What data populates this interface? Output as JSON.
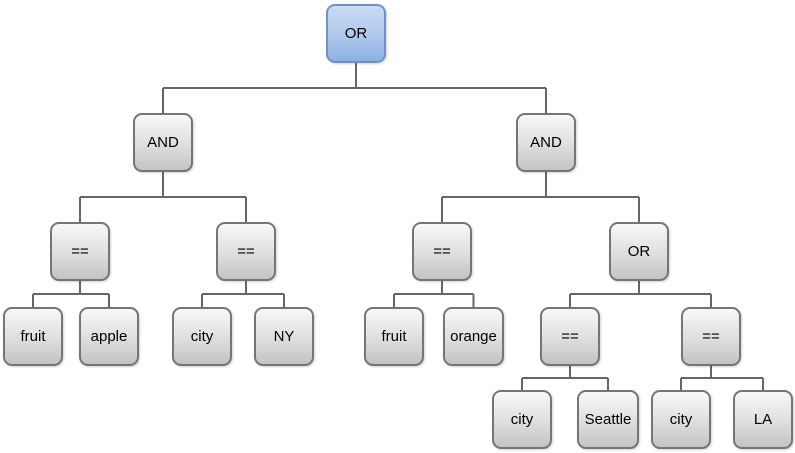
{
  "diagram": {
    "background_color": "#ffffff",
    "connector_color": "#666666",
    "colors": {
      "blue_node_fill_top": "#c9dbf4",
      "blue_node_fill_bottom": "#8db1e3",
      "blue_node_border": "#7191c1",
      "gray_node_fill_top": "#f8f8f8",
      "gray_node_fill_bottom": "#c3c3c3",
      "gray_node_border": "#757575"
    },
    "nodes": [
      {
        "id": "or-root",
        "label": "OR",
        "variant": "blue"
      },
      {
        "id": "and-left",
        "label": "AND",
        "variant": "gray"
      },
      {
        "id": "and-right",
        "label": "AND",
        "variant": "gray"
      },
      {
        "id": "eq-a",
        "label": "==",
        "variant": "gray"
      },
      {
        "id": "eq-b",
        "label": "==",
        "variant": "gray"
      },
      {
        "id": "eq-c",
        "label": "==",
        "variant": "gray"
      },
      {
        "id": "or-right",
        "label": "OR",
        "variant": "gray"
      },
      {
        "id": "fruit-1",
        "label": "fruit",
        "variant": "gray"
      },
      {
        "id": "apple",
        "label": "apple",
        "variant": "gray"
      },
      {
        "id": "city-1",
        "label": "city",
        "variant": "gray"
      },
      {
        "id": "ny",
        "label": "NY",
        "variant": "gray"
      },
      {
        "id": "fruit-2",
        "label": "fruit",
        "variant": "gray"
      },
      {
        "id": "orange",
        "label": "orange",
        "variant": "gray"
      },
      {
        "id": "eq-d",
        "label": "==",
        "variant": "gray"
      },
      {
        "id": "eq-e",
        "label": "==",
        "variant": "gray"
      },
      {
        "id": "city-2",
        "label": "city",
        "variant": "gray"
      },
      {
        "id": "seattle",
        "label": "Seattle",
        "variant": "gray"
      },
      {
        "id": "city-3",
        "label": "city",
        "variant": "gray"
      },
      {
        "id": "la",
        "label": "LA",
        "variant": "gray"
      }
    ],
    "edges": [
      [
        "or-root",
        "and-left"
      ],
      [
        "or-root",
        "and-right"
      ],
      [
        "and-left",
        "eq-a"
      ],
      [
        "and-left",
        "eq-b"
      ],
      [
        "and-right",
        "eq-c"
      ],
      [
        "and-right",
        "or-right"
      ],
      [
        "eq-a",
        "fruit-1"
      ],
      [
        "eq-a",
        "apple"
      ],
      [
        "eq-b",
        "city-1"
      ],
      [
        "eq-b",
        "ny"
      ],
      [
        "eq-c",
        "fruit-2"
      ],
      [
        "eq-c",
        "orange"
      ],
      [
        "or-right",
        "eq-d"
      ],
      [
        "or-right",
        "eq-e"
      ],
      [
        "eq-d",
        "city-2"
      ],
      [
        "eq-d",
        "seattle"
      ],
      [
        "eq-e",
        "city-3"
      ],
      [
        "eq-e",
        "la"
      ]
    ]
  }
}
